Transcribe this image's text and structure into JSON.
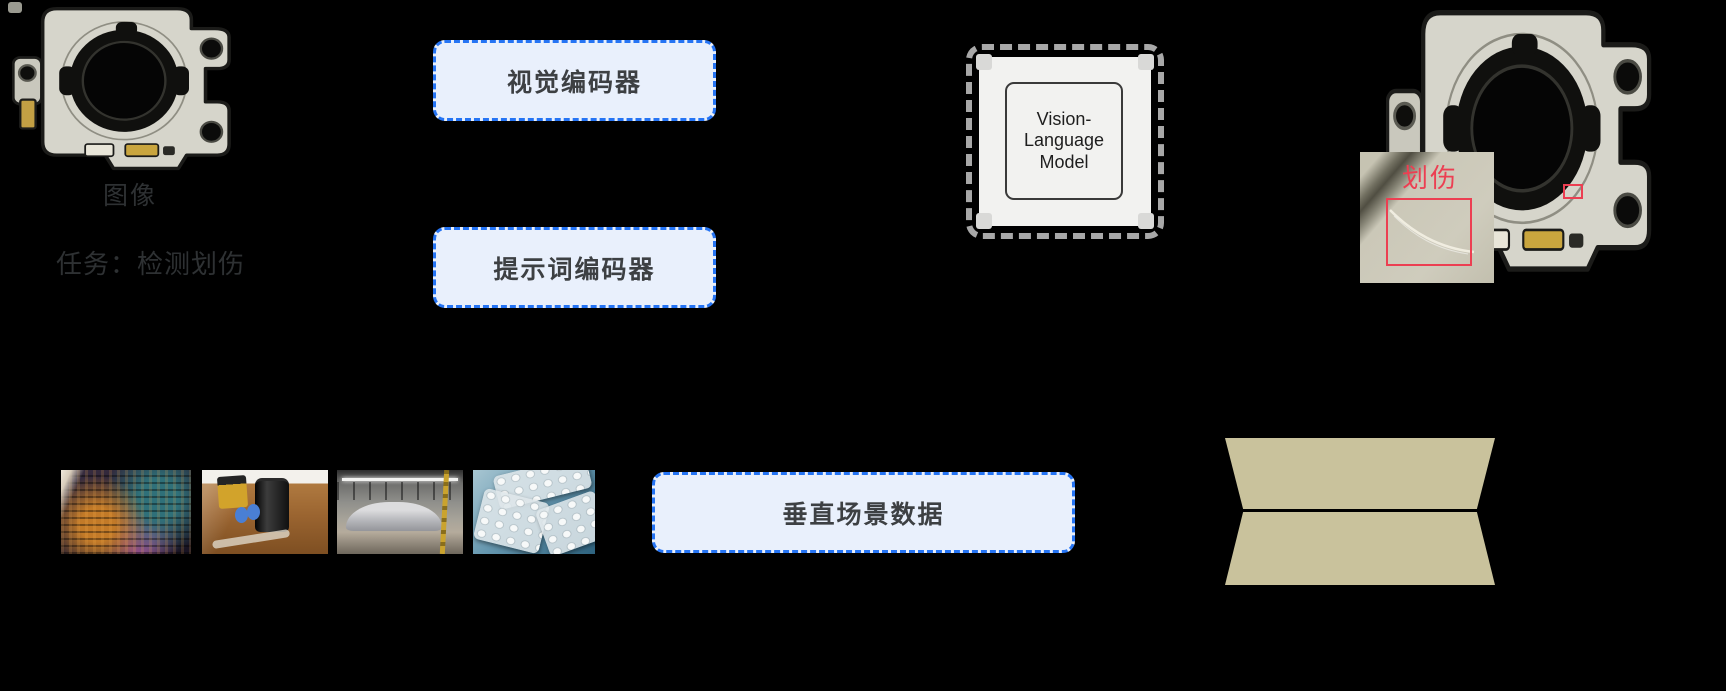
{
  "page": {
    "background": "#000000"
  },
  "input": {
    "image_name": "camera-bracket-part-photo",
    "image_caption": "图像",
    "task_text": "任务：检测划伤"
  },
  "pipeline": {
    "visual_encoder_label": "视觉编码器",
    "prompt_encoder_label": "提示词编码器",
    "model_label": "Vision-Language Model",
    "dataset_label": "垂直场景数据"
  },
  "output": {
    "image_name": "annotated-camera-bracket-photo",
    "defect_label": "划伤"
  },
  "dataset_images": [
    "semiconductor-wafer",
    "circuit-board",
    "car-assembly-line",
    "medicine-blister-packs"
  ],
  "colors": {
    "box_border_blue": "#2574f4",
    "box_fill_blue": "#e9f0fc",
    "box_text": "#3d4043",
    "chip_dash_gray": "#a8a8a8",
    "chip_body": "#f2f2f0",
    "annotation_red": "#ec3f52",
    "funnel_khaki": "#c9c29c",
    "caption_gray": "#2e3133"
  }
}
